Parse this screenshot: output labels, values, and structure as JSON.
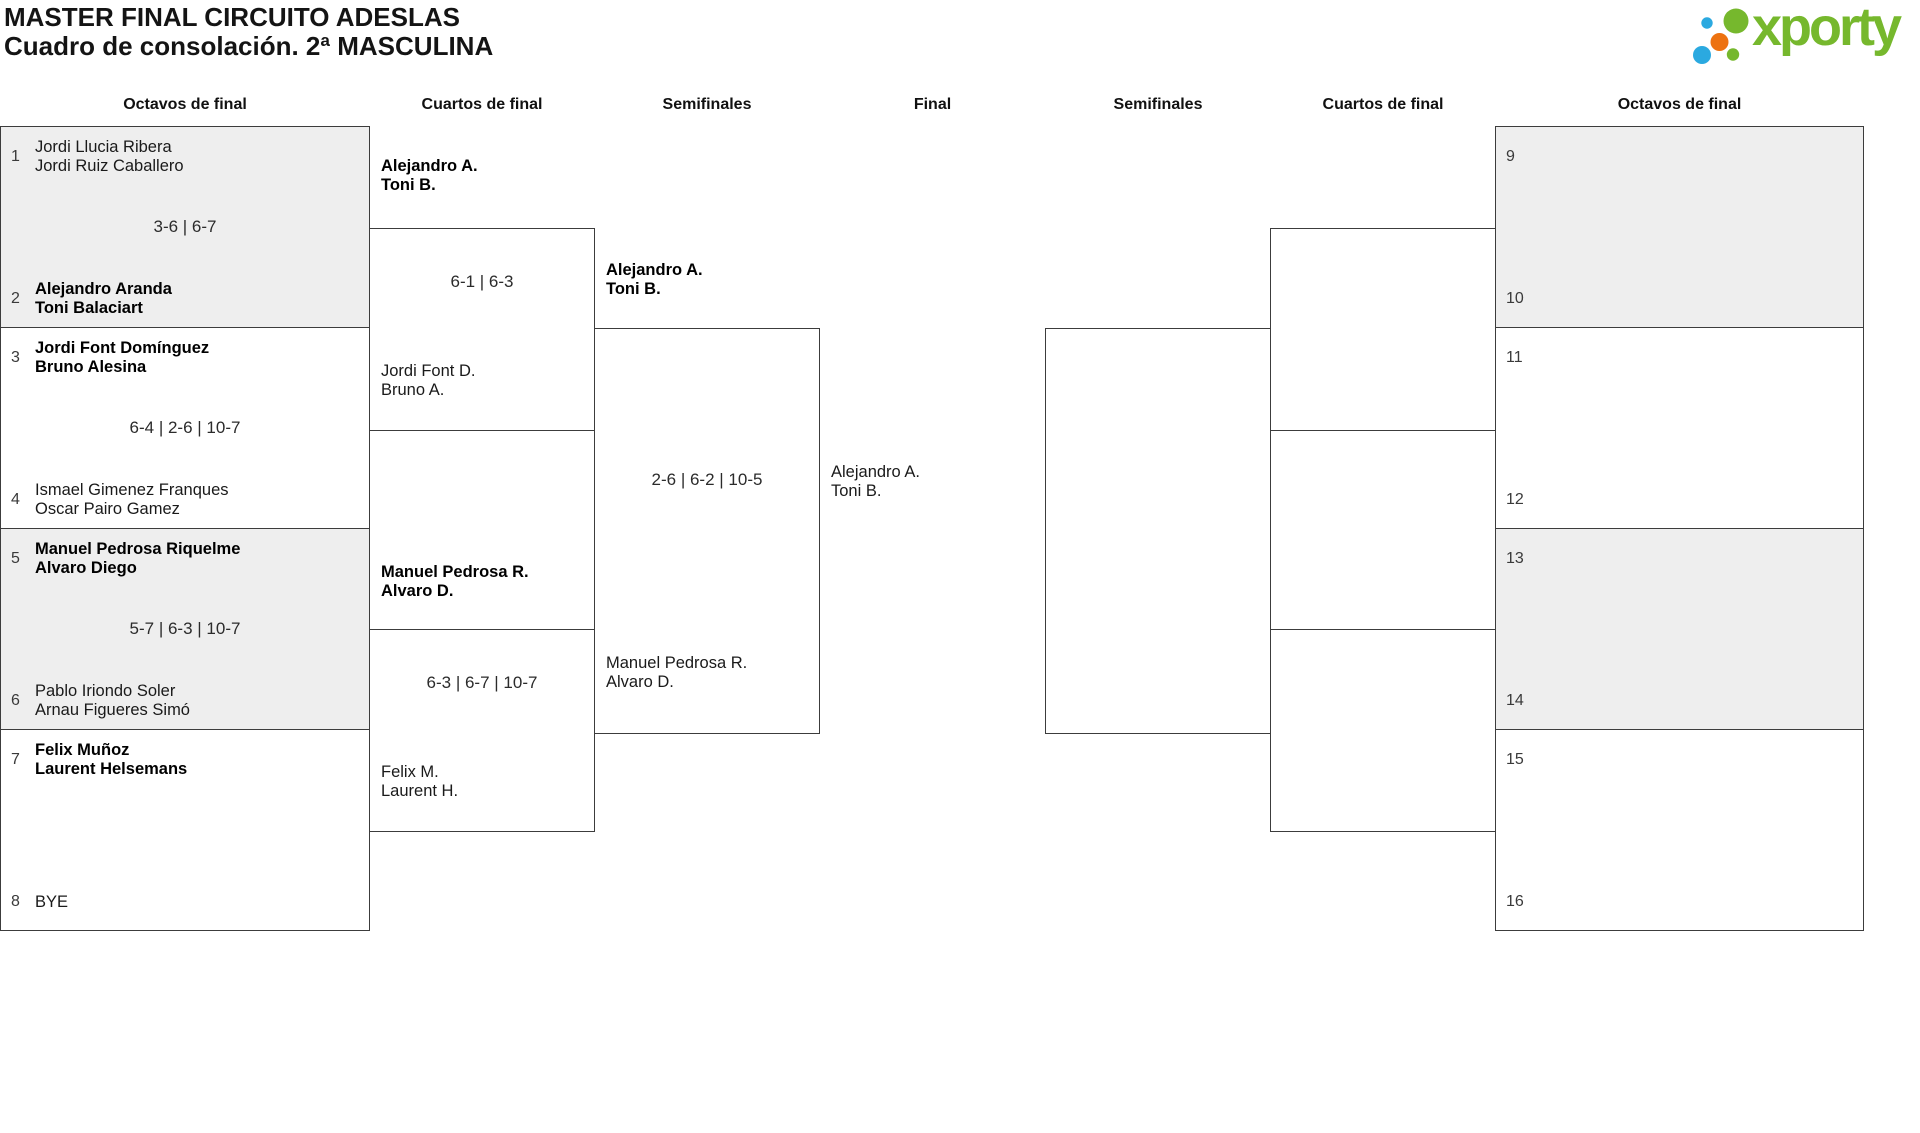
{
  "title": {
    "line1": "MASTER FINAL CIRCUITO ADESLAS",
    "line2": "Cuadro de consolación. 2ª MASCULINA"
  },
  "logo": {
    "text": "xporty",
    "colors": {
      "green": "#76b82d",
      "blue": "#2ba9e0",
      "orange": "#ed7210"
    }
  },
  "round_headers": [
    "Octavos de final",
    "Cuartos de final",
    "Semifinales",
    "Final",
    "Semifinales",
    "Cuartos de final",
    "Octavos de final"
  ],
  "bracket": {
    "colors": {
      "shaded_box": "#eeeeee",
      "border": "#3c3c3c"
    },
    "r16_left": [
      {
        "seed_top": "1",
        "team_top": [
          "Jordi Llucia Ribera",
          "Jordi Ruiz Caballero"
        ],
        "score": "3-6 | 6-7",
        "seed_bottom": "2",
        "team_bottom": [
          "Alejandro Aranda",
          "Toni Balaciart"
        ]
      },
      {
        "seed_top": "3",
        "team_top": [
          "Jordi Font Domínguez",
          "Bruno Alesina"
        ],
        "score": "6-4 | 2-6 | 10-7",
        "seed_bottom": "4",
        "team_bottom": [
          "Ismael Gimenez Franques",
          "Oscar Pairo Gamez"
        ]
      },
      {
        "seed_top": "5",
        "team_top": [
          "Manuel Pedrosa Riquelme",
          "Alvaro Diego"
        ],
        "score": "5-7 | 6-3 | 10-7",
        "seed_bottom": "6",
        "team_bottom": [
          "Pablo Iriondo Soler",
          "Arnau Figueres Simó"
        ]
      },
      {
        "seed_top": "7",
        "team_top": [
          "Felix Muñoz",
          "Laurent Helsemans"
        ],
        "score": "",
        "seed_bottom": "8",
        "team_bottom": [
          "BYE"
        ]
      }
    ],
    "qf_left": [
      {
        "winner": [
          "Alejandro A.",
          "Toni B."
        ],
        "score": "6-1 | 6-3",
        "opponent": [
          "Jordi Font D.",
          "Bruno A."
        ]
      },
      {
        "winner": [
          "Manuel Pedrosa R.",
          "Alvaro D."
        ],
        "score": "6-3 | 6-7 | 10-7",
        "opponent": [
          "Felix M.",
          "Laurent H."
        ]
      }
    ],
    "sf_left": {
      "winner": [
        "Alejandro A.",
        "Toni B."
      ],
      "score": "2-6 | 6-2 | 10-5",
      "opponent": [
        "Manuel Pedrosa R.",
        "Alvaro D."
      ]
    },
    "final": {
      "winner": [
        "Alejandro A.",
        "Toni B."
      ]
    },
    "r16_right": [
      {
        "seed_top": "9",
        "seed_bottom": "10"
      },
      {
        "seed_top": "11",
        "seed_bottom": "12"
      },
      {
        "seed_top": "13",
        "seed_bottom": "14"
      },
      {
        "seed_top": "15",
        "seed_bottom": "16"
      }
    ]
  }
}
